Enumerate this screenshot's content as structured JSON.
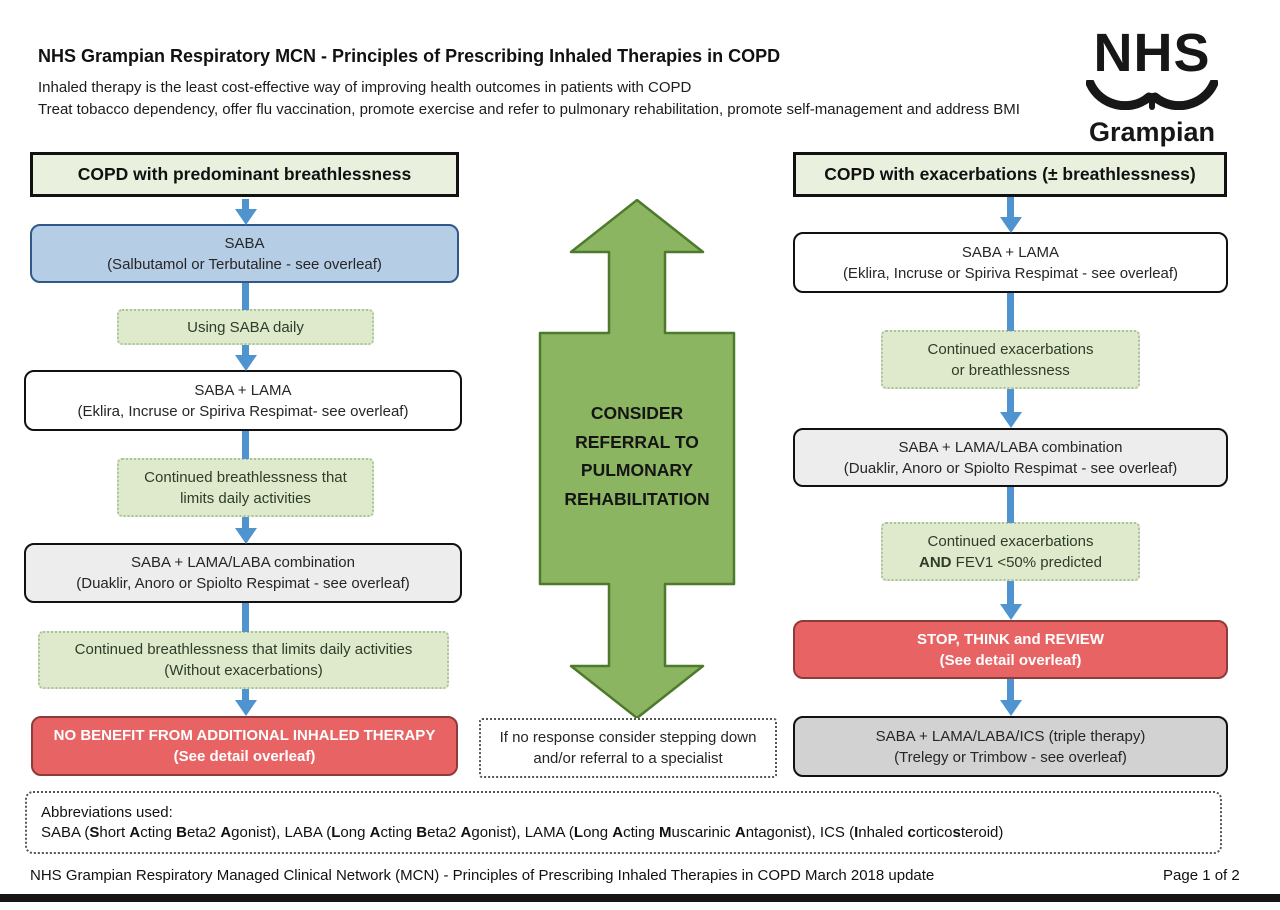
{
  "header": {
    "title": "NHS Grampian Respiratory MCN - Principles of Prescribing Inhaled Therapies in COPD",
    "subtitle1": "Inhaled therapy is the least cost-effective way of improving health outcomes in patients with COPD",
    "subtitle2": "Treat tobacco dependency, offer flu vaccination, promote exercise and refer to pulmonary rehabilitation, promote self-management and address BMI",
    "logo": {
      "line1": "NHS",
      "line2": "Grampian"
    }
  },
  "left_column": {
    "header": "COPD with predominant breathlessness",
    "saba": {
      "line1": "SABA",
      "line2": "(Salbutamol or Terbutaline - see overleaf)"
    },
    "using_saba": {
      "line1": "Using SABA daily"
    },
    "saba_lama": {
      "line1": "SABA + LAMA",
      "line2": "(Eklira, Incruse or Spiriva Respimat- see overleaf)"
    },
    "cont_breath1": {
      "line1": "Continued breathlessness that",
      "line2": "limits daily activities"
    },
    "saba_lama_laba": {
      "line1": "SABA + LAMA/LABA combination",
      "line2": "(Duaklir, Anoro or Spiolto Respimat - see overleaf)"
    },
    "cont_breath2": {
      "line1": "Continued breathlessness that limits daily activities",
      "line2": "(Without exacerbations)"
    },
    "no_benefit": {
      "line1": "NO BENEFIT FROM ADDITIONAL INHALED THERAPY",
      "line2": "(See detail overleaf)"
    }
  },
  "middle": {
    "arrow_label": {
      "line1": "CONSIDER",
      "line2": "REFERRAL TO",
      "line3": "PULMONARY",
      "line4": "REHABILITATION"
    },
    "no_response": {
      "line1": "If no response consider stepping down",
      "line2": "and/or referral to a specialist"
    }
  },
  "right_column": {
    "header": "COPD with exacerbations (± breathlessness)",
    "saba_lama": {
      "line1": "SABA + LAMA",
      "line2": "(Eklira, Incruse or Spiriva Respimat - see overleaf)"
    },
    "cont_exac1": {
      "line1": "Continued exacerbations",
      "line2": "or breathlessness"
    },
    "saba_lama_laba": {
      "line1": "SABA + LAMA/LABA combination",
      "line2": "(Duaklir, Anoro or Spiolto Respimat - see overleaf)"
    },
    "cont_exac2": {
      "line1": "Continued exacerbations",
      "line2_segments": [
        {
          "t": "AND",
          "b": true
        },
        {
          "t": " FEV1 <50% predicted",
          "b": false
        }
      ]
    },
    "stop_think": {
      "line1": "STOP, THINK and REVIEW",
      "line2": "(See detail overleaf)"
    },
    "triple_therapy": {
      "line1": "SABA + LAMA/LABA/ICS (triple therapy)",
      "line2": "(Trelegy or Trimbow - see overleaf)"
    }
  },
  "abbreviations": {
    "heading": "Abbreviations used:",
    "segments": [
      {
        "t": "SABA (",
        "b": false
      },
      {
        "t": "S",
        "b": true
      },
      {
        "t": "hort ",
        "b": false
      },
      {
        "t": "A",
        "b": true
      },
      {
        "t": "cting ",
        "b": false
      },
      {
        "t": "B",
        "b": true
      },
      {
        "t": "eta2 ",
        "b": false
      },
      {
        "t": "A",
        "b": true
      },
      {
        "t": "gonist), LABA (",
        "b": false
      },
      {
        "t": "L",
        "b": true
      },
      {
        "t": "ong ",
        "b": false
      },
      {
        "t": "A",
        "b": true
      },
      {
        "t": "cting ",
        "b": false
      },
      {
        "t": "B",
        "b": true
      },
      {
        "t": "eta2 ",
        "b": false
      },
      {
        "t": "A",
        "b": true
      },
      {
        "t": "gonist), LAMA (",
        "b": false
      },
      {
        "t": "L",
        "b": true
      },
      {
        "t": "ong ",
        "b": false
      },
      {
        "t": "A",
        "b": true
      },
      {
        "t": "cting ",
        "b": false
      },
      {
        "t": "M",
        "b": true
      },
      {
        "t": "uscarinic ",
        "b": false
      },
      {
        "t": "A",
        "b": true
      },
      {
        "t": "ntagonist), ICS (",
        "b": false
      },
      {
        "t": "I",
        "b": true
      },
      {
        "t": "nhaled ",
        "b": false
      },
      {
        "t": "c",
        "b": true
      },
      {
        "t": "ortico",
        "b": false
      },
      {
        "t": "s",
        "b": true
      },
      {
        "t": "teroid)",
        "b": false
      }
    ]
  },
  "footer": {
    "left": "NHS Grampian Respiratory Managed Clinical Network (MCN) - Principles of Prescribing Inhaled Therapies in COPD March 2018 update",
    "right": "Page 1 of 2"
  },
  "colors": {
    "header_box_green": "#e9f1de",
    "hint_box_green": "#dfeacd",
    "saba_blue_fill": "#b5cee6",
    "saba_blue_border": "#30598a",
    "grey_box": "#ededed",
    "dark_grey_box": "#d2d2d2",
    "red_box_fill": "#e86464",
    "red_box_border": "#8e3b3b",
    "big_arrow_green": "#8bb561",
    "big_arrow_border": "#4e7a2e",
    "connector_blue": "#4f94cf"
  }
}
